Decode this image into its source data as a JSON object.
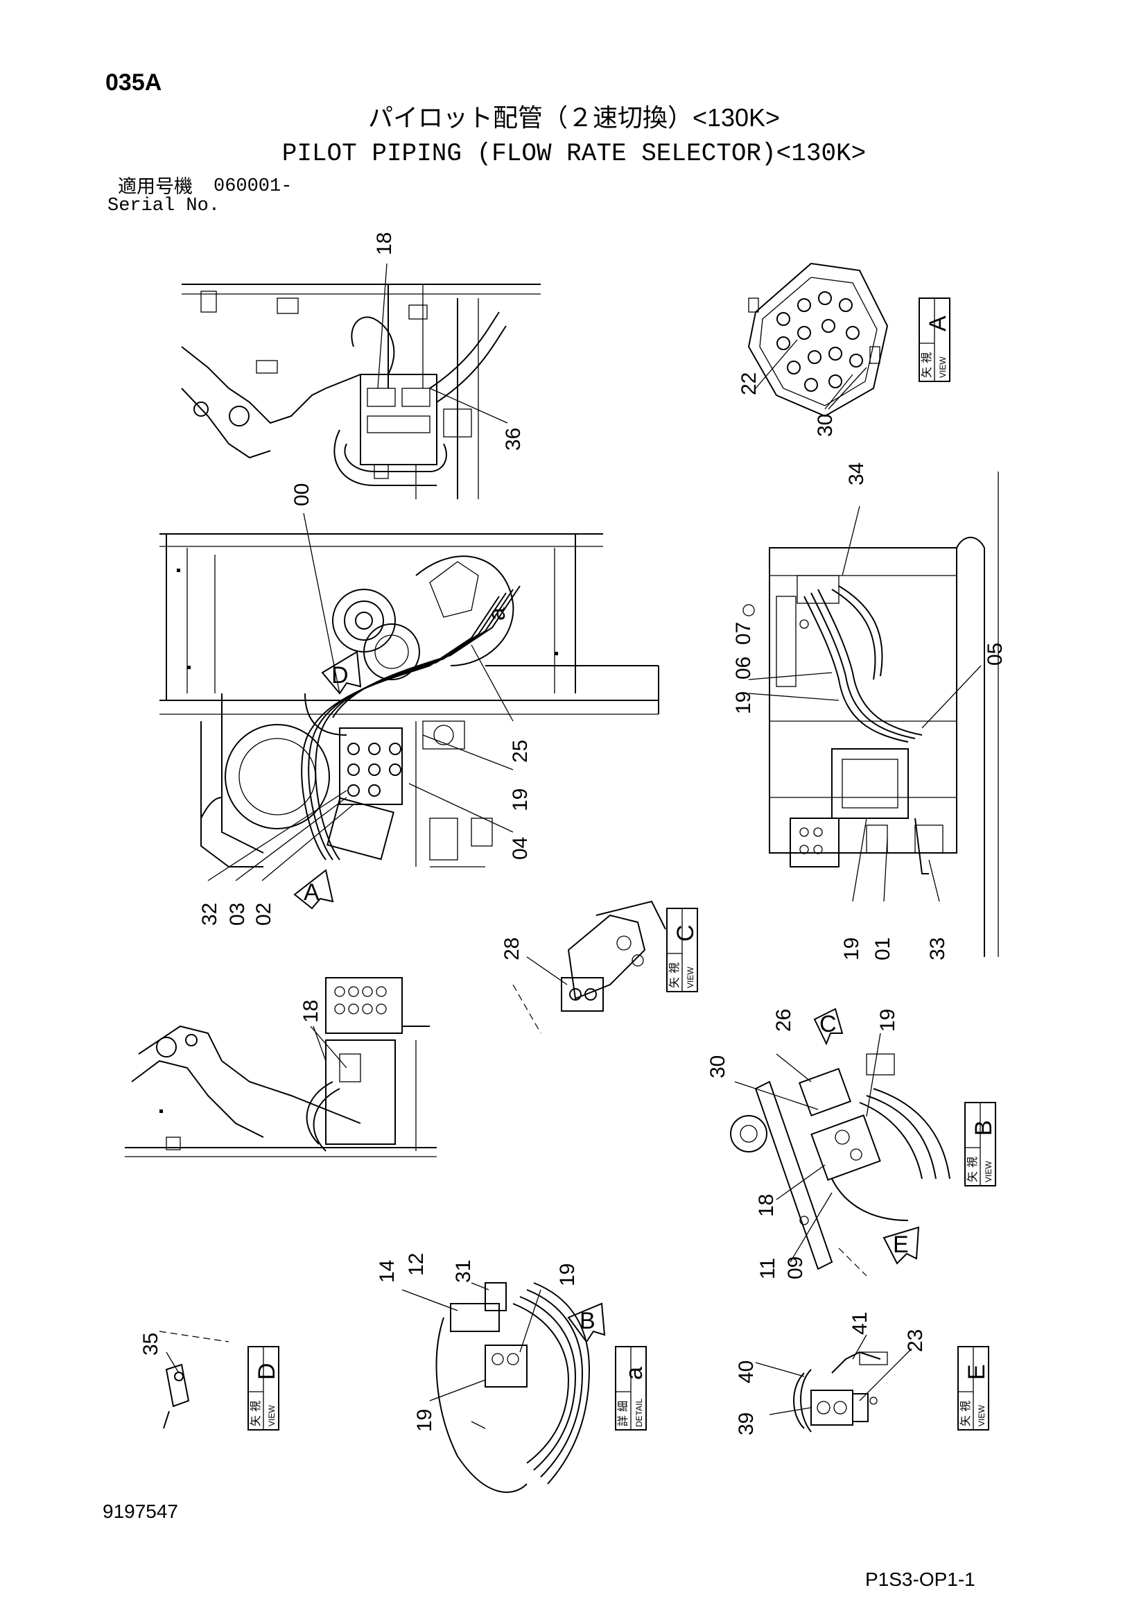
{
  "header": {
    "page_id": "035A",
    "title_jp": "パイロット配管（２速切換）<130K>",
    "title_en": "PILOT PIPING (FLOW RATE SELECTOR)<130K>",
    "serial_label_jp": "適用号機",
    "serial_value": "060001-",
    "serial_label_en": "Serial No."
  },
  "views": {
    "A": {
      "letter": "A",
      "label_jp": "矢 視",
      "label_en": "VIEW"
    },
    "B": {
      "letter": "B",
      "label_jp": "矢 視",
      "label_en": "VIEW"
    },
    "C": {
      "letter": "C",
      "label_jp": "矢 視",
      "label_en": "VIEW"
    },
    "D": {
      "letter": "D",
      "label_jp": "矢 視",
      "label_en": "VIEW"
    },
    "E": {
      "letter": "E",
      "label_jp": "矢 視",
      "label_en": "VIEW"
    },
    "a": {
      "letter": "a",
      "label_jp": "詳 細",
      "label_en": "DETAIL"
    }
  },
  "arrows": {
    "A": "A",
    "B": "B",
    "C": "C",
    "D": "D",
    "E": "E",
    "a": "a"
  },
  "part_labels": {
    "p18_top": "18",
    "p36": "36",
    "p22": "22",
    "p30_a": "30",
    "p34": "34",
    "p00": "00",
    "p25": "25",
    "p19_main": "19",
    "p04": "04",
    "p32": "32",
    "p03": "03",
    "p02": "02",
    "p07": "07",
    "p06": "06",
    "p19_side": "19",
    "p05": "05",
    "p19_lower": "19",
    "p01": "01",
    "p33": "33",
    "p28": "28",
    "p18_mid": "18",
    "p26": "26",
    "p19_b": "19",
    "p30_b": "30",
    "p18_b": "18",
    "p11": "11",
    "p09": "09",
    "p35": "35",
    "p14": "14",
    "p12": "12",
    "p31": "31",
    "p19_det_top": "19",
    "p19_det_bot": "19",
    "p41": "41",
    "p40": "40",
    "p23": "23",
    "p39": "39"
  },
  "footer": {
    "drawing_number": "9197547",
    "page_code": "P1S3-OP1-1"
  }
}
